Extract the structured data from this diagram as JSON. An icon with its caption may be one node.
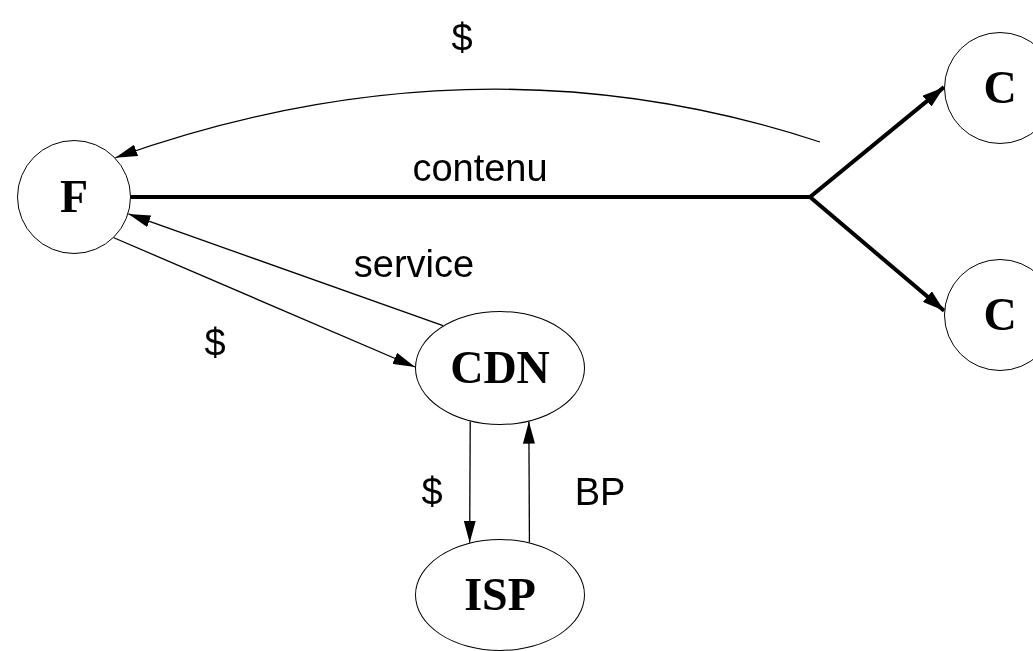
{
  "diagram": {
    "nodes": [
      {
        "text": [
          "F"
        ]
      },
      {
        "text": [
          "C"
        ]
      },
      {
        "text": [
          "C"
        ]
      },
      {
        "text": [
          "CDN"
        ]
      },
      {
        "text": [
          "ISP"
        ]
      }
    ],
    "edges": [
      {
        "from": null,
        "to": 0,
        "arrow": "to",
        "label": "$"
      },
      {
        "from": 0,
        "to": 1,
        "arrow": "to",
        "label": "contenu",
        "style": "thick"
      },
      {
        "from": 0,
        "to": 2,
        "arrow": "to",
        "style": "thick"
      },
      {
        "from": 3,
        "to": 0,
        "arrow": "to",
        "label": "service"
      },
      {
        "from": 0,
        "to": 3,
        "arrow": "to",
        "label": "$"
      },
      {
        "from": 3,
        "to": 4,
        "arrow": "to",
        "label": "$"
      },
      {
        "from": 4,
        "to": 3,
        "arrow": "to",
        "label": "BP"
      }
    ]
  }
}
